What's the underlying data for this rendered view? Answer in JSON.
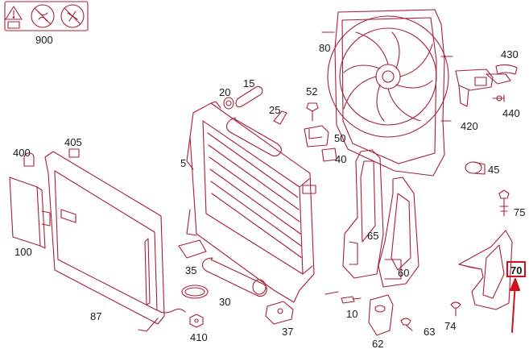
{
  "diagram": {
    "labels": [
      "900",
      "80",
      "430",
      "15",
      "20",
      "52",
      "25",
      "420",
      "440",
      "405",
      "400",
      "5",
      "50",
      "40",
      "45",
      "75",
      "65",
      "60",
      "100",
      "35",
      "70",
      "87",
      "30",
      "10",
      "62",
      "74",
      "63",
      "410",
      "37"
    ],
    "highlighted_label": "70",
    "colors": {
      "line": "#a81e38",
      "text": "#1a1a1a",
      "highlight": "#d0101a"
    }
  }
}
